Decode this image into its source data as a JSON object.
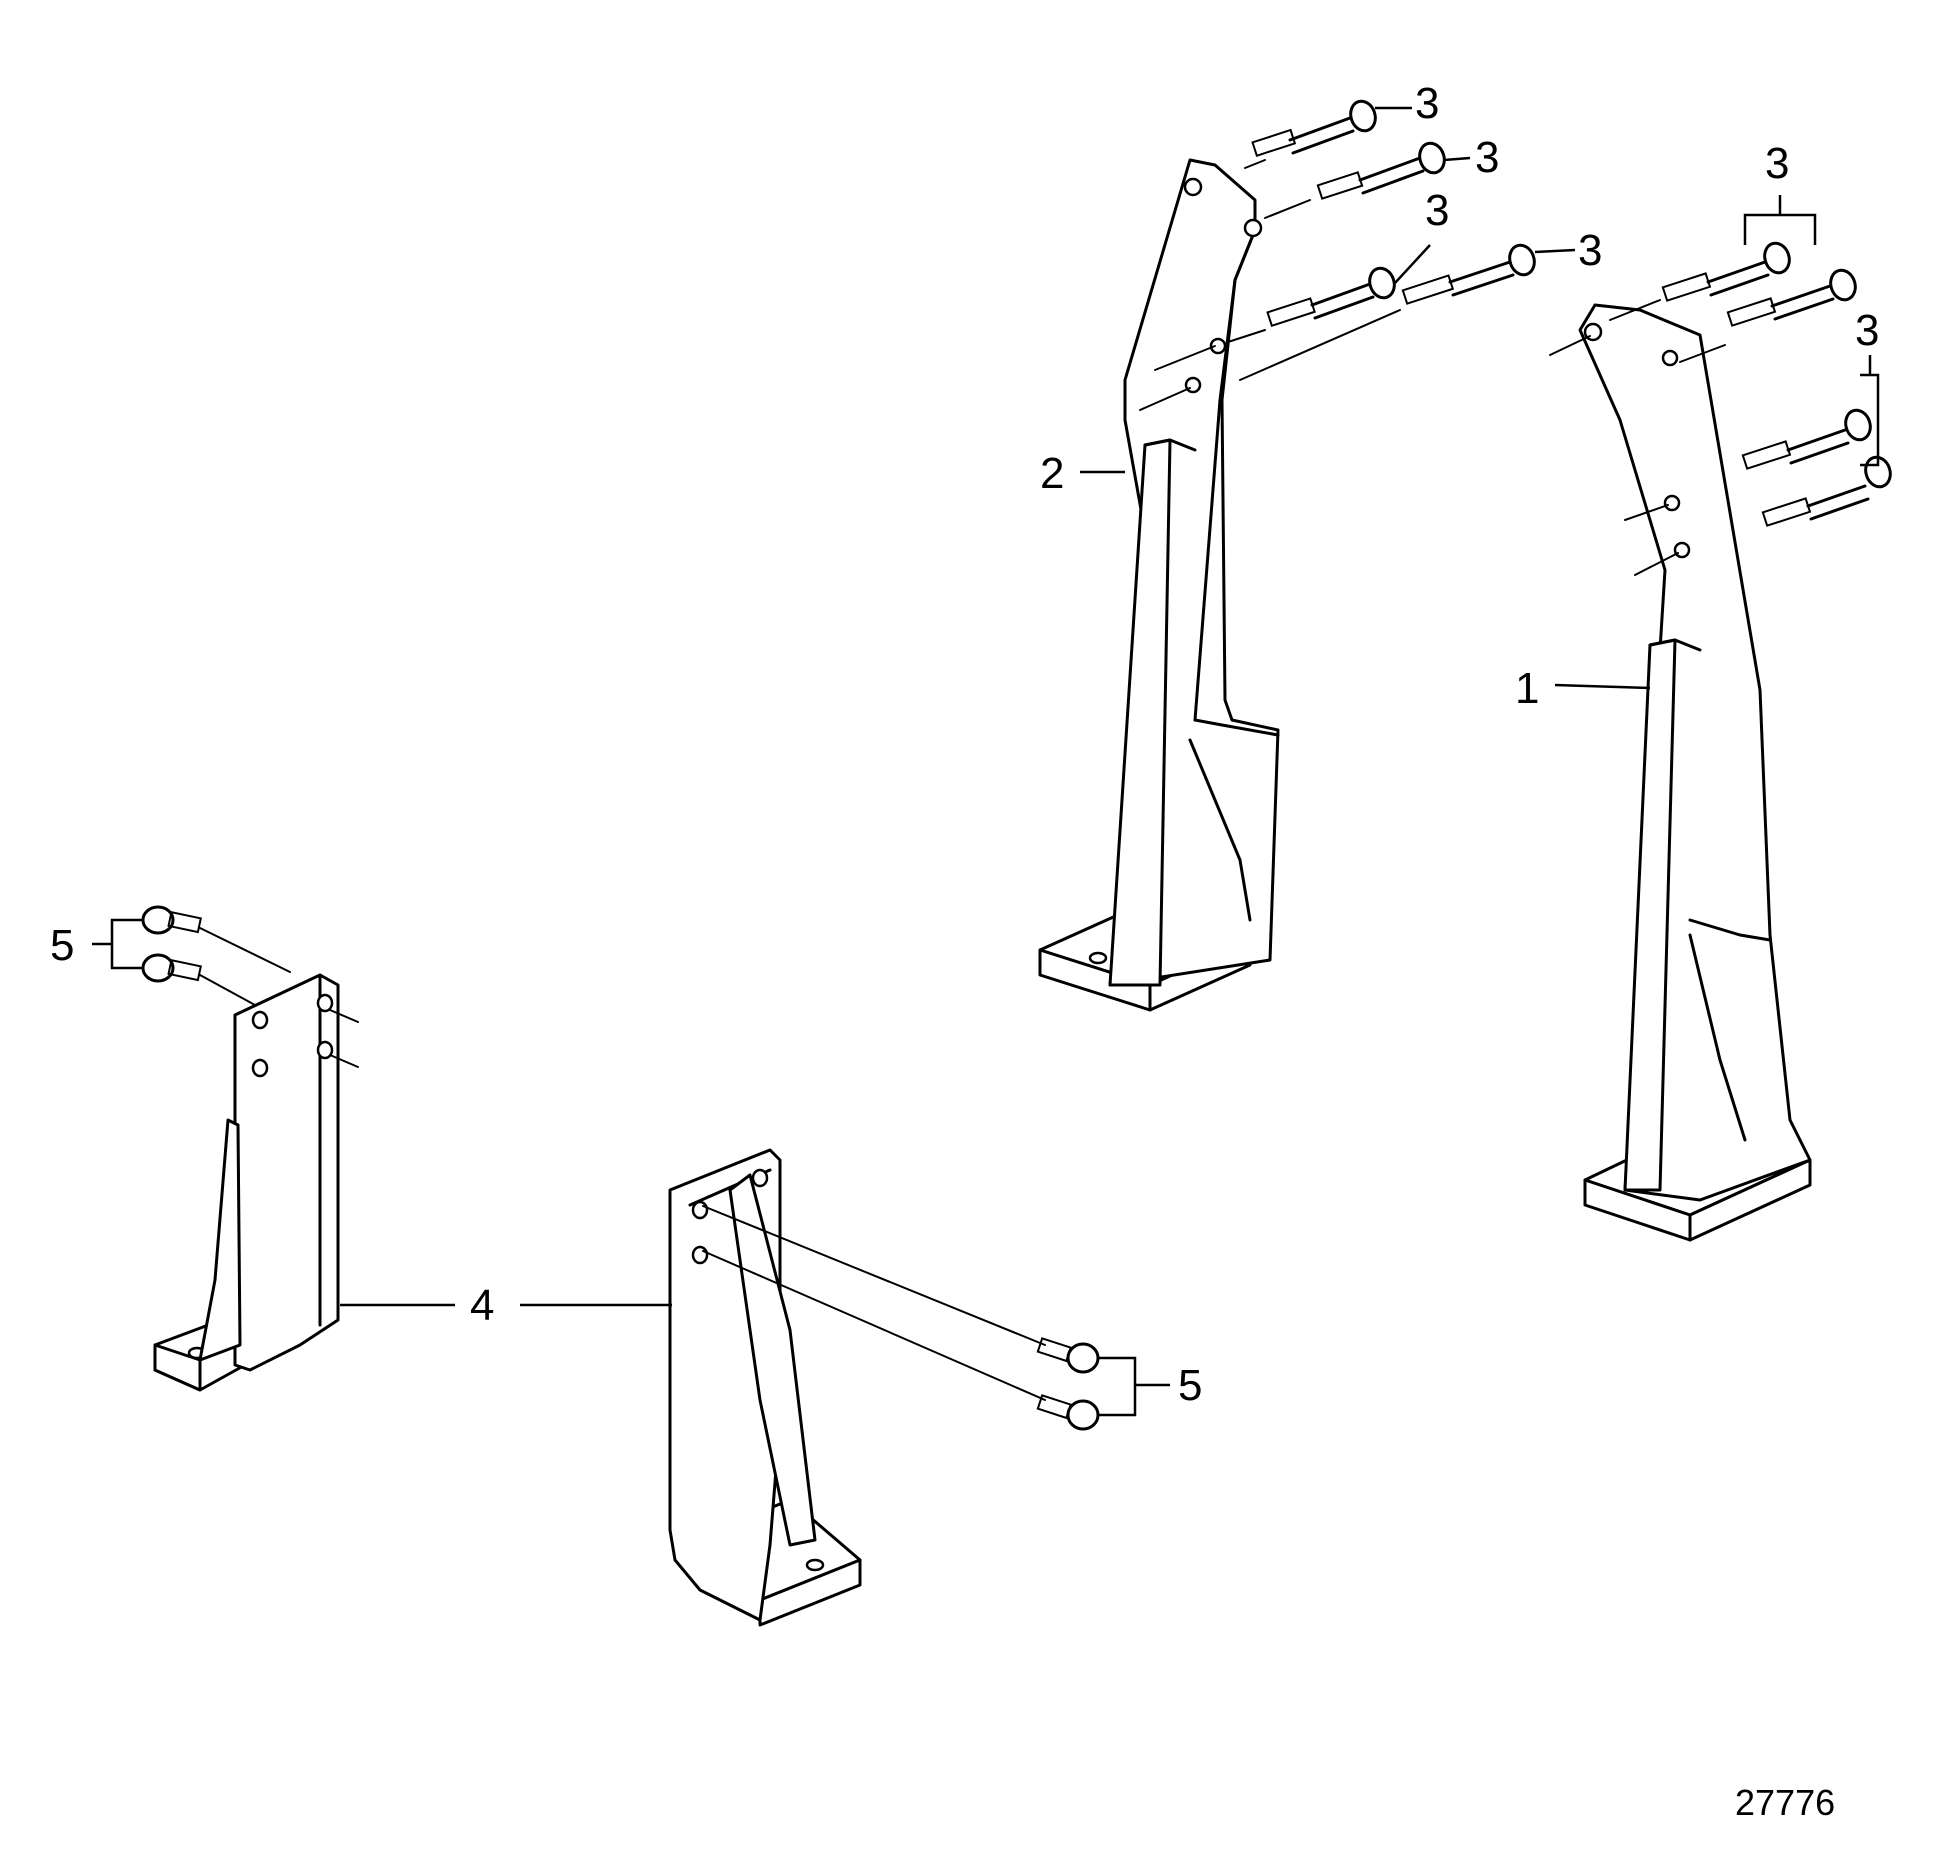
{
  "diagram": {
    "figure_number": "27776",
    "callouts": {
      "c1": "1",
      "c2": "2",
      "c3a": "3",
      "c3b": "3",
      "c3c": "3",
      "c3d": "3",
      "c3e": "3",
      "c3f": "3",
      "c4": "4",
      "c5a": "5",
      "c5b": "5"
    }
  }
}
